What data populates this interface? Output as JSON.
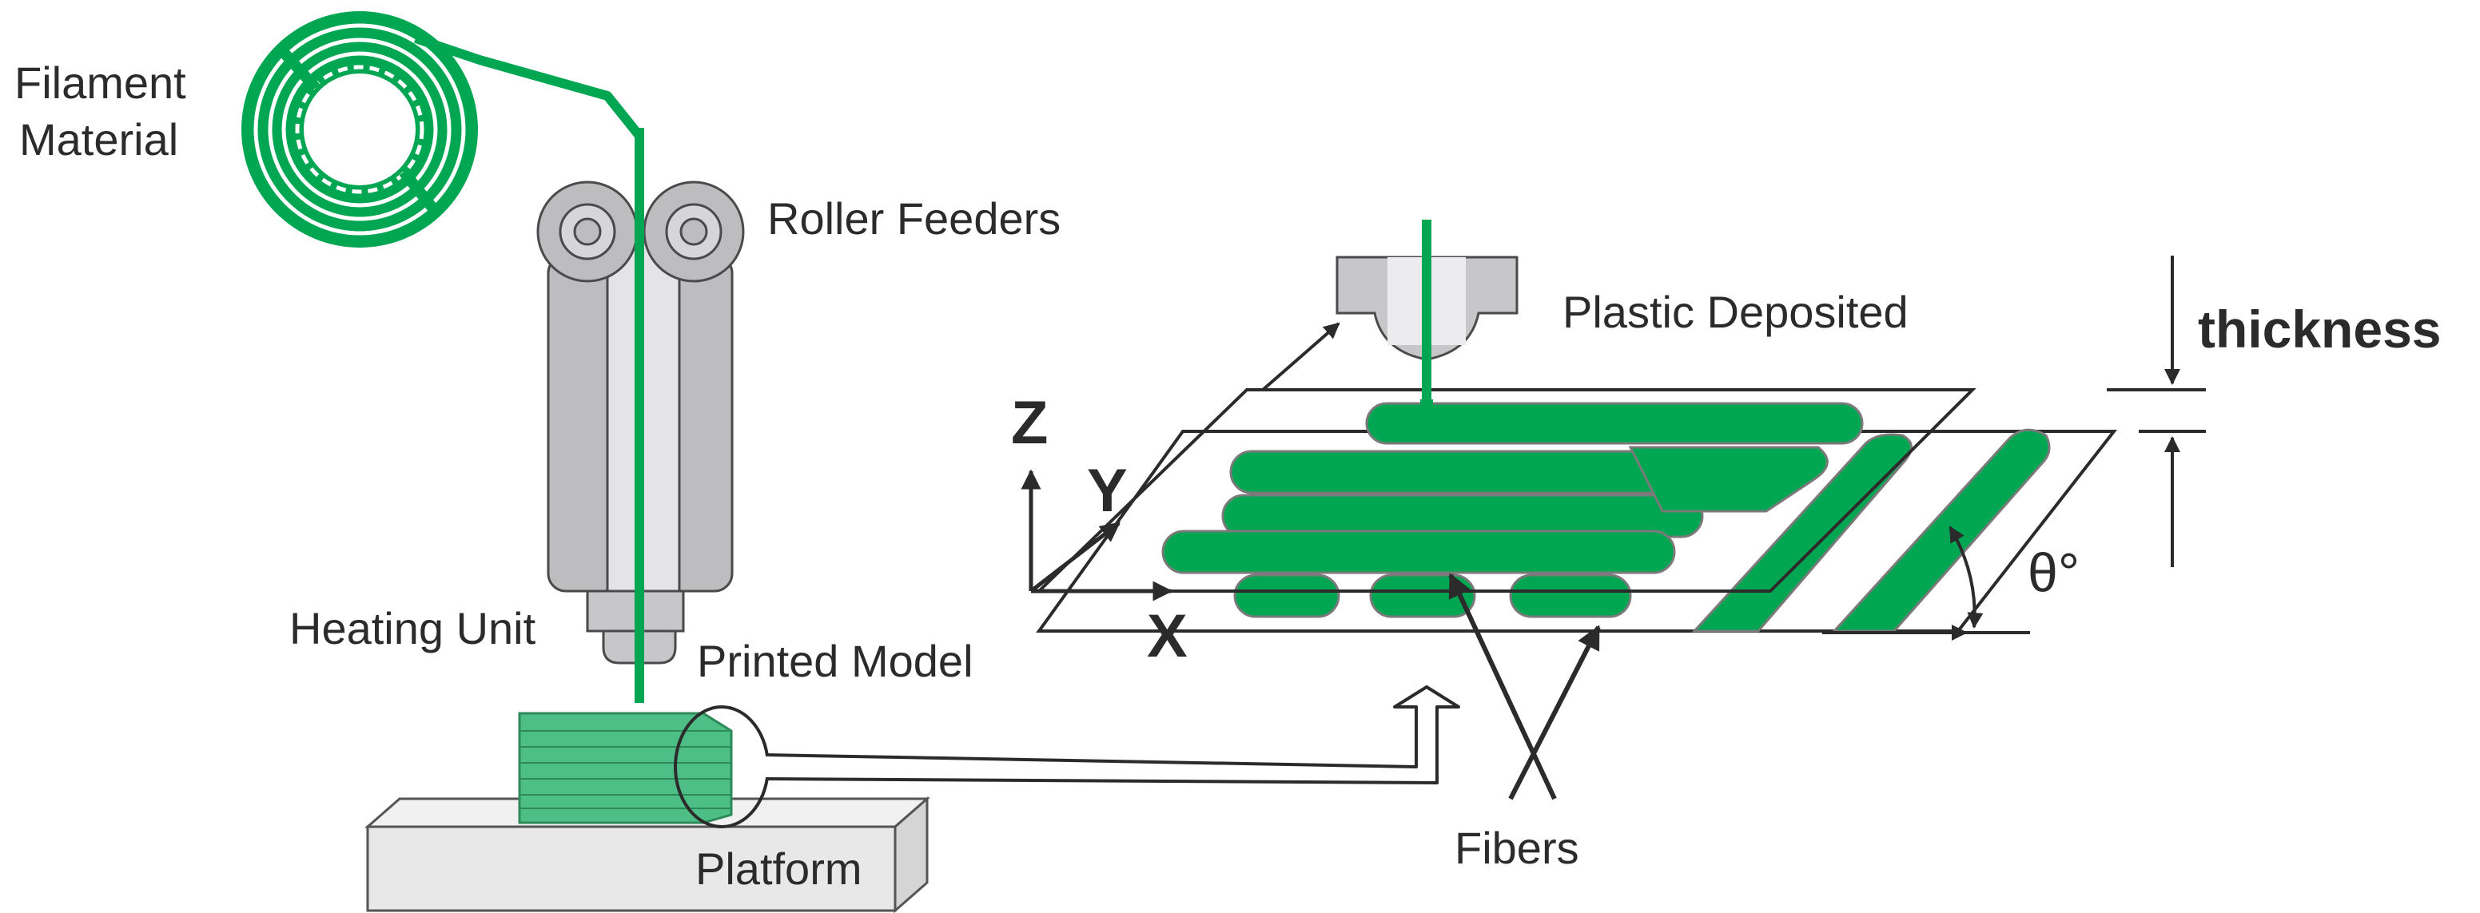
{
  "labels": {
    "filament_line1": "Filament",
    "filament_line2": "Material",
    "roller_feeders": "Roller Feeders",
    "heating_unit": "Heating Unit",
    "printed_model": "Printed Model",
    "platform": "Platform",
    "plastic_deposited": "Plastic Deposited",
    "thickness": "thickness",
    "fibers": "Fibers",
    "theta": "θ°",
    "axis_x": "X",
    "axis_y": "Y",
    "axis_z": "Z"
  },
  "colors": {
    "filament_green": "#00a651",
    "model_green": "#4dbf86",
    "roller_gray": "#bdbdbf",
    "nozzle_gray": "#c7c7c9",
    "outline": "#4a4a4a",
    "platform_fill": "#e8e8e8"
  }
}
